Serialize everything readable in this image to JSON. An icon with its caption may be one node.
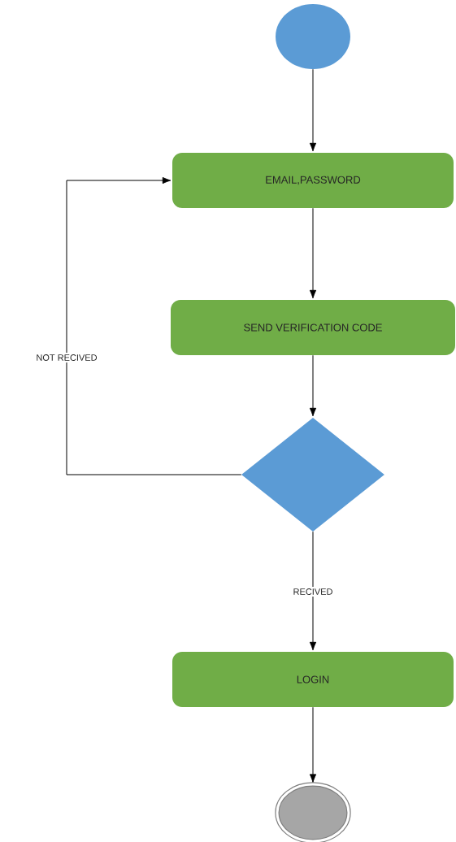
{
  "diagram": {
    "nodes": [
      {
        "text": [],
        "shape": "circle"
      },
      {
        "text": [
          "EMAIL,PASSWORD"
        ]
      },
      {
        "text": [
          "SEND VERIFICATION CODE"
        ]
      },
      {
        "text": [],
        "shape": "diamond"
      },
      {
        "text": [
          "LOGIN"
        ]
      },
      {
        "text": [],
        "shape": "circle"
      }
    ],
    "edges": [
      {
        "from": 0,
        "to": 1,
        "arrow": "to"
      },
      {
        "from": 1,
        "to": 2,
        "arrow": "to"
      },
      {
        "from": 2,
        "to": 3,
        "arrow": "to"
      },
      {
        "from": 3,
        "to": 1,
        "arrow": "to",
        "label": "NOT RECIVED"
      },
      {
        "from": 3,
        "to": 4,
        "arrow": "to",
        "label": "RECIVED"
      },
      {
        "from": 4,
        "to": 5,
        "arrow": "to"
      }
    ]
  }
}
